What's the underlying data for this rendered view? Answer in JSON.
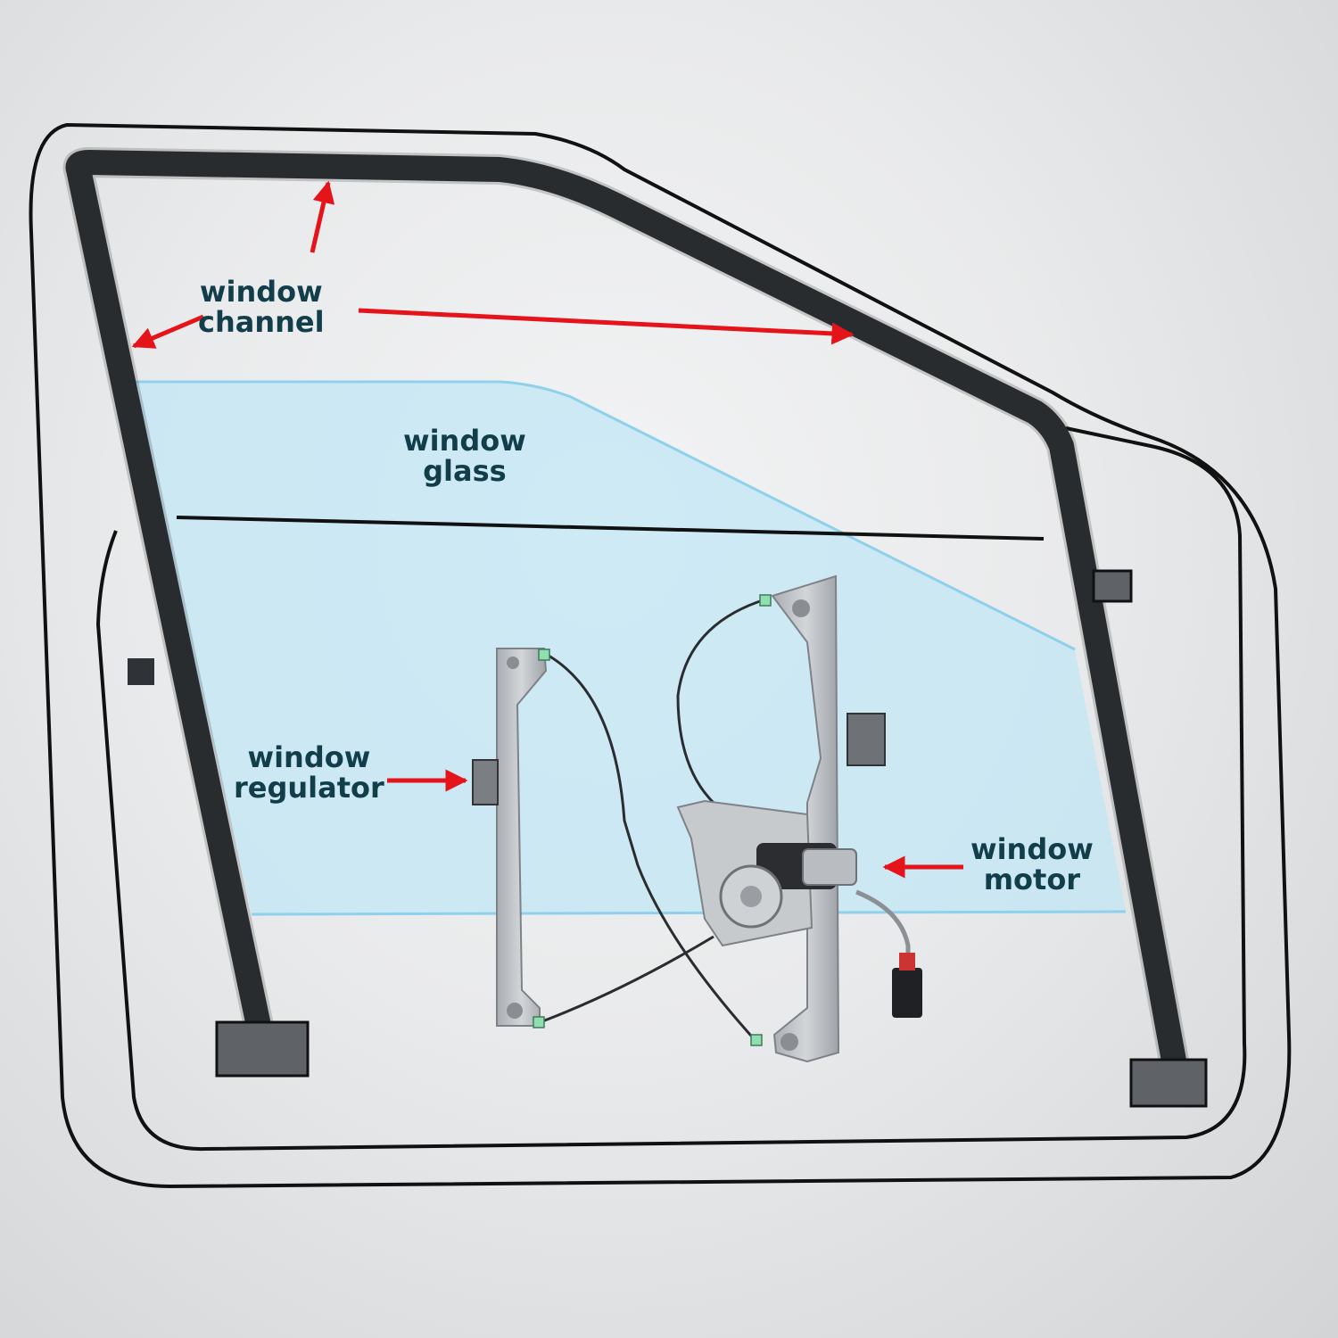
{
  "labels": {
    "channel": {
      "line1": "window",
      "line2": "channel"
    },
    "glass": {
      "line1": "window",
      "line2": "glass"
    },
    "regulator": {
      "line1": "window",
      "line2": "regulator"
    },
    "motor": {
      "line1": "window",
      "line2": "motor"
    }
  },
  "colors": {
    "arrow": "#e5141b",
    "channel": "#2f3236",
    "glass": "#bfe6f5",
    "glass_edge": "#8fd0ec",
    "outline": "#111111",
    "label_text": "#123e4c",
    "regulator_metal": "#bcc0c4",
    "clip_green": "#8fe0b0"
  }
}
